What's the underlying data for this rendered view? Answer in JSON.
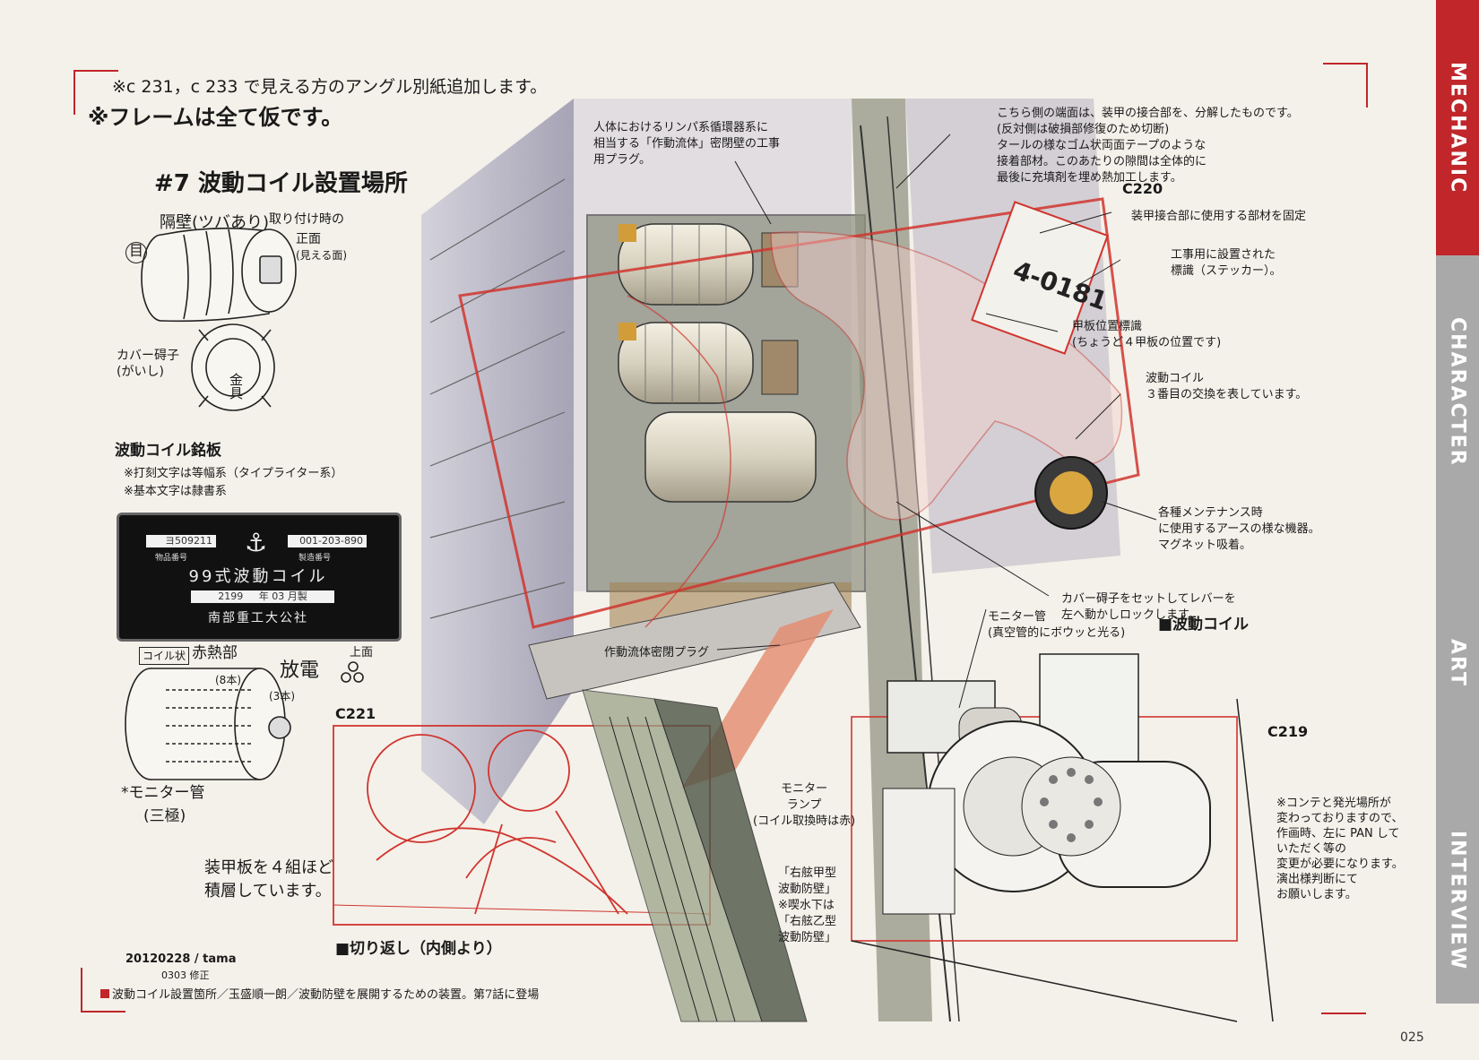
{
  "side_tabs": [
    {
      "label": "MECHANIC",
      "active": true
    },
    {
      "label": "CHARACTER",
      "active": false
    },
    {
      "label": "ART",
      "active": false
    },
    {
      "label": "INTERVIEW",
      "active": false
    }
  ],
  "header": {
    "line1": "※c 231，c 233 で見える方のアングル別紙追加します。",
    "line2": "※フレームは全て仮です。"
  },
  "section_title": "#7 波動コイル設置場所",
  "left_sketch": {
    "hw1": "隔壁(ツバあり)",
    "hw2": "取り付け時の",
    "hw3": "正面",
    "hw4": "(見える面)",
    "hw_circle": "目",
    "cover_label": "カバー碍子\n(がいし)",
    "metal": "金具"
  },
  "nameplate": {
    "heading": "波動コイル銘板",
    "note1": "※打刻文字は等幅系（タイプライター系）",
    "note2": "※基本文字は隷書系",
    "part_no": "ヨ509211",
    "part_no_label": "物品番号",
    "serial": "001-203-890",
    "serial_label": "製造番号",
    "name": "99式波動コイル",
    "year": "2199",
    "year_unit": "年",
    "month": "03",
    "month_unit": "月製",
    "maker": "南部重工大公社"
  },
  "coil_sketch": {
    "l1": "コイル状",
    "l2": "赤熱部",
    "l3": "(8本)",
    "l4": "放電",
    "l5": "(3本)",
    "l6": "上面",
    "l7": "*モニター管",
    "l8": "(三極)"
  },
  "armor_note": "装甲板を４組ほど\n積層しています。",
  "c221": "C221",
  "c220": "C220",
  "c219": "C219",
  "cut_label": "■切り返し（内側より）",
  "credit": "20120228 / tama",
  "credit2": "0303 修正",
  "caption": "波動コイル設置箇所／玉盛順一朗／波動防壁を展開するための装置。第7話に登場",
  "page_number": "025",
  "annotations": {
    "a1": "人体におけるリンパ系循環器系に\n相当する「作動流体」密閉壁の工事\n用プラグ。",
    "a2": "こちら側の端面は、装甲の接合部を、分解したものです。\n(反対側は破損部修復のため切断)\nタールの様なゴム状両面テープのような\n接着部材。このあたりの隙間は全体的に\n最後に充填剤を埋め熱加工します。",
    "a3": "装甲接合部に使用する部材を固定",
    "a4": "工事用に設置された\n標識（ステッカー）。",
    "a5": "甲板位置標識\n(ちょうど４甲板の位置です)",
    "a6": "波動コイル\n３番目の交換を表しています。",
    "a7": "各種メンテナンス時\nに使用するアースの様な機器。\nマグネット吸着。",
    "a8": "カバー碍子をセットしてレバーを\n左へ動かしロックします。",
    "a9": "モニター管\n(真空管的にボウッと光る)",
    "a10": "■波動コイル",
    "a11": "作動流体密閉プラグ",
    "a12": "モニター\nランプ\n(コイル取換時は赤)",
    "a13": "「右舷甲型\n波動防壁」\n※喫水下は\n「右舷乙型\n波動防壁」",
    "a14": "※コンテと発光場所が\n変わっておりますので、\n作画時、左に PAN して\nいただく等の\n変更が必要になります。\n演出様判断にて\nお願いします。",
    "sticker": "4-0181"
  },
  "colors": {
    "accent": "#c0262a",
    "tab_inactive": "#a9a9a9",
    "paper": "#f4f1ea"
  }
}
